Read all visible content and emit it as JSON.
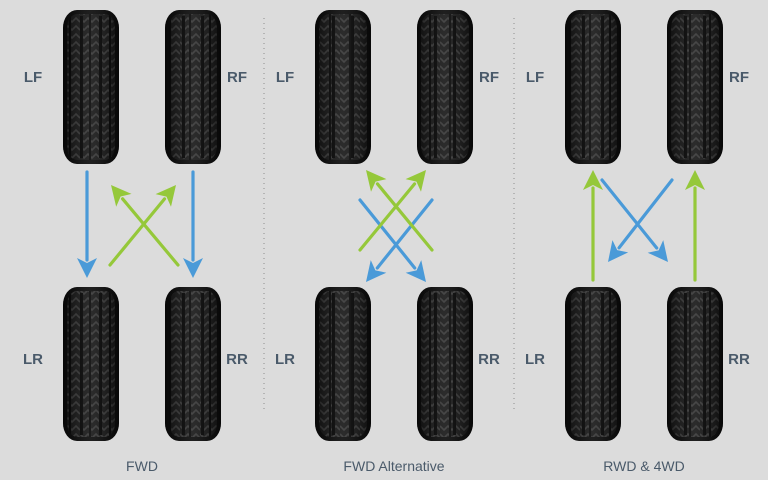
{
  "colors": {
    "background": "#dcdcdc",
    "tire": "#1a1a1a",
    "tread": "#3a3a3a",
    "blue_arrow": "#4a9ad8",
    "green_arrow": "#95c83a",
    "label": "#4a5a6a",
    "divider": "#9a9a9a"
  },
  "icon_names": [
    "tire-icon",
    "arrow-icon"
  ],
  "panels": [
    {
      "title": "FWD",
      "labels": {
        "lf": "LF",
        "rf": "RF",
        "lr": "LR",
        "rr": "RR"
      },
      "moves": [
        {
          "from": "LF",
          "to": "LR",
          "color": "blue"
        },
        {
          "from": "RF",
          "to": "RR",
          "color": "blue"
        },
        {
          "from": "LR",
          "to": "RF",
          "color": "green"
        },
        {
          "from": "RR",
          "to": "LF",
          "color": "green"
        }
      ]
    },
    {
      "title": "FWD Alternative",
      "labels": {
        "lf": "LF",
        "rf": "RF",
        "lr": "LR",
        "rr": "RR"
      },
      "moves": [
        {
          "from": "LF",
          "to": "RR",
          "color": "blue"
        },
        {
          "from": "RF",
          "to": "LR",
          "color": "blue"
        },
        {
          "from": "LR",
          "to": "RF",
          "color": "green"
        },
        {
          "from": "RR",
          "to": "LF",
          "color": "green"
        }
      ]
    },
    {
      "title": "RWD & 4WD",
      "labels": {
        "lf": "LF",
        "rf": "RF",
        "lr": "LR",
        "rr": "RR"
      },
      "moves": [
        {
          "from": "LR",
          "to": "LF",
          "color": "green"
        },
        {
          "from": "RR",
          "to": "RF",
          "color": "green"
        },
        {
          "from": "LF",
          "to": "RR",
          "color": "blue"
        },
        {
          "from": "RF",
          "to": "LR",
          "color": "blue"
        }
      ]
    }
  ]
}
